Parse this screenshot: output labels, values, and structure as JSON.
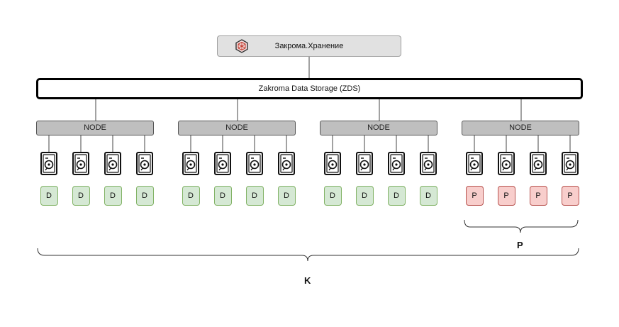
{
  "root": {
    "label": "Закрома.Хранение",
    "logo": "zakroma-logo-icon"
  },
  "storage": {
    "label": "Zakroma Data Storage (ZDS)"
  },
  "nodes": [
    {
      "label": "NODE",
      "disks": [
        "D",
        "D",
        "D",
        "D"
      ],
      "kind": "data"
    },
    {
      "label": "NODE",
      "disks": [
        "D",
        "D",
        "D",
        "D"
      ],
      "kind": "data"
    },
    {
      "label": "NODE",
      "disks": [
        "D",
        "D",
        "D",
        "D"
      ],
      "kind": "data"
    },
    {
      "label": "NODE",
      "disks": [
        "P",
        "P",
        "P",
        "P"
      ],
      "kind": "parity"
    }
  ],
  "braces": {
    "parity_label": "P",
    "total_label": "K"
  },
  "colors": {
    "data_fill": "#d5e8d4",
    "data_stroke": "#82b366",
    "parity_fill": "#f8cecc",
    "parity_stroke": "#b85450",
    "node_fill": "#bfbfbf",
    "root_fill": "#e1e1e1",
    "logo_red": "#c0392b"
  }
}
